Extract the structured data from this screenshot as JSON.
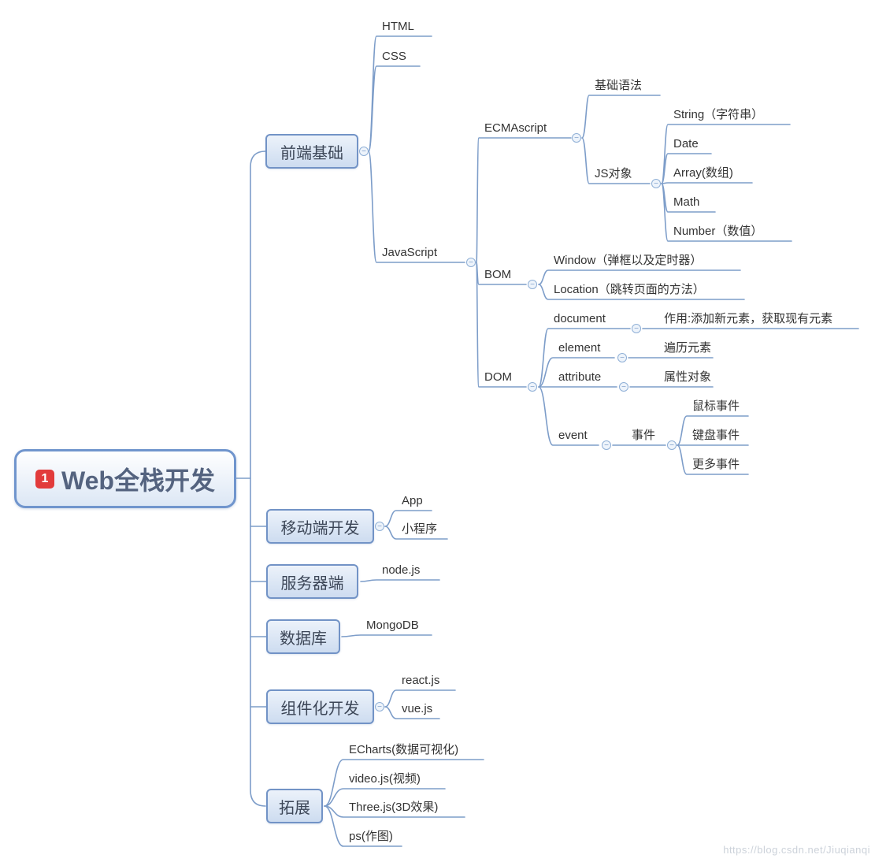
{
  "root": {
    "badge": "1",
    "label": "Web全栈开发"
  },
  "branches": {
    "frontend": "前端基础",
    "mobile": "移动端开发",
    "server": "服务器端",
    "database": "数据库",
    "component": "组件化开发",
    "extend": "拓展"
  },
  "nodes": {
    "html": "HTML",
    "css": "CSS",
    "javascript": "JavaScript",
    "ecmascript": "ECMAscript",
    "basic_syntax": "基础语法",
    "js_object": "JS对象",
    "string": "String（字符串）",
    "date": "Date",
    "array": "Array(数组)",
    "math": "Math",
    "number": "Number（数值）",
    "bom": "BOM",
    "window": "Window（弹框以及定时器）",
    "location": "Location（跳转页面的方法）",
    "dom": "DOM",
    "document": "document",
    "document_note": "作用:添加新元素，获取现有元素",
    "element": "element",
    "traverse": "遍历元素",
    "attribute": "attribute",
    "attr_object": "属性对象",
    "event": "event",
    "event_cn": "事件",
    "mouse_event": "鼠标事件",
    "keyboard_event": "键盘事件",
    "more_event": "更多事件",
    "app": "App",
    "mini_program": "小程序",
    "nodejs": "node.js",
    "mongodb": "MongoDB",
    "reactjs": "react.js",
    "vuejs": "vue.js",
    "echarts": "ECharts(数据可视化)",
    "videojs": "video.js(视频)",
    "threejs": "Three.js(3D效果)",
    "ps": "ps(作图)"
  },
  "icons": {
    "collapse": "−"
  },
  "colors": {
    "line": "#7d9dc9",
    "branch_border": "#7293c6",
    "badge": "#e23b3b"
  },
  "watermark": "https://blog.csdn.net/Jiuqianqi"
}
